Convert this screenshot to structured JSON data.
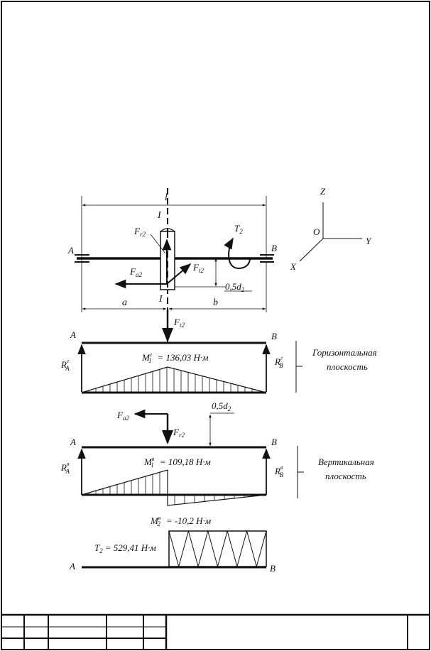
{
  "colors": {
    "ink": "#111111",
    "paper": "#ffffff"
  },
  "labels": {
    "span_l": "l",
    "section_top": "I",
    "section_bottom": "I",
    "support_a": "A",
    "support_b": "B",
    "fr2": "F",
    "fr2_sub": "r2",
    "fa2": "F",
    "fa2_sub": "a2",
    "ft2": "F",
    "ft2_sub": "t2",
    "ft2_down": "F",
    "ft2_down_sub": "t2",
    "t2": "T",
    "t2_sub": "2",
    "half_d2": "0,5d",
    "half_d2_sub": "2",
    "dim_a": "a",
    "dim_b": "b",
    "axis_z": "Z",
    "axis_y": "Y",
    "axis_x": "X",
    "axis_o": "O"
  },
  "horizontal": {
    "a": "A",
    "b": "B",
    "ra": "R",
    "ra_sub": "A",
    "ra_sup": "г",
    "rb": "R",
    "rb_sub": "B",
    "rb_sup": "г",
    "moment_m": "M",
    "moment_sub": "1",
    "moment_sup": "г",
    "moment_value": "= 136,03 Н·м",
    "plane_line1": "Горизонтальная",
    "plane_line2": "плоскость"
  },
  "vertical": {
    "fa2": "F",
    "fa2_sub": "a2",
    "fr2": "F",
    "fr2_sub": "r2",
    "half_d2": "0,5d",
    "half_d2_sub": "2",
    "a": "A",
    "b": "B",
    "ra": "R",
    "ra_sub": "A",
    "ra_sup": "в",
    "rb": "R",
    "rb_sub": "B",
    "rb_sup": "в",
    "m1": "M",
    "m1_sub": "1",
    "m1_sup": "в",
    "m1_value": "= 109,18 Н·м",
    "m2": "M",
    "m2_sub": "2",
    "m2_sup": "в",
    "m2_value": "= -10,2 Н·м",
    "plane_line1": "Вертикальная",
    "plane_line2": "плоскость"
  },
  "torque": {
    "t": "T",
    "t_sub": "2",
    "t_value": "= 529,41 Н·м",
    "a": "A",
    "b": "B"
  }
}
